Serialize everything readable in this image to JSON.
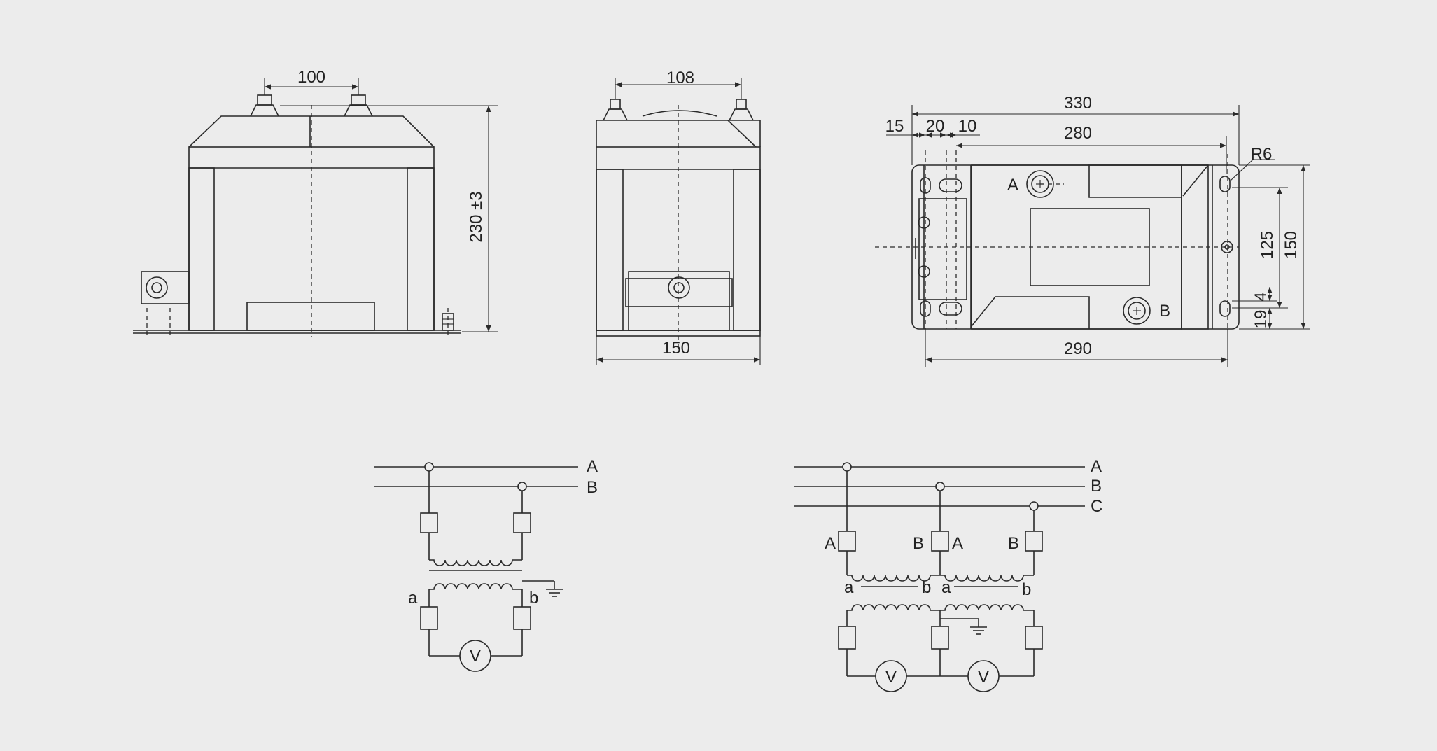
{
  "front_view": {
    "dim_pitch": "100",
    "dim_height": "230 ±3"
  },
  "side_view": {
    "dim_top": "108",
    "dim_bottom": "150"
  },
  "top_view": {
    "dim_330": "330",
    "dim_15": "15",
    "dim_20": "20",
    "dim_10": "10",
    "dim_280": "280",
    "dim_r6": "R6",
    "dim_125": "125",
    "dim_150": "150",
    "dim_4": "4",
    "dim_19": "19",
    "dim_290": "290",
    "terminal_a": "A",
    "terminal_b": "B"
  },
  "circuit_single": {
    "line_a": "A",
    "line_b": "B",
    "sec_a": "a",
    "sec_b": "b",
    "meter": "V"
  },
  "circuit_three": {
    "line_a": "A",
    "line_b": "B",
    "line_c": "C",
    "t1_a": "A",
    "t1_b": "B",
    "t2_a": "A",
    "t2_b": "B",
    "s1_a": "a",
    "s1_b": "b",
    "s2_a": "a",
    "s2_b": "b",
    "meter1": "V",
    "meter2": "V"
  }
}
